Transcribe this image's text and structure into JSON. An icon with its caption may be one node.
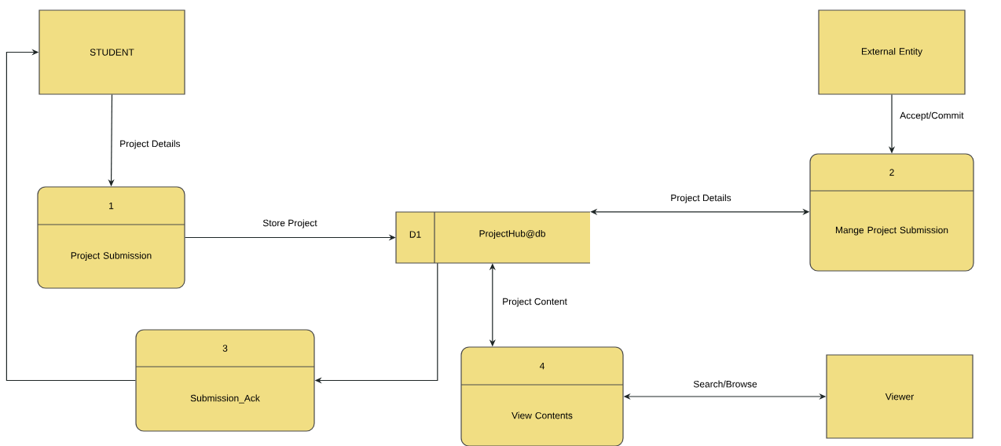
{
  "diagram": {
    "nodes": [
      {
        "text": [
          "STUDENT"
        ]
      },
      {
        "text": [
          "1",
          "Project Submission"
        ]
      },
      {
        "text": [
          "D1",
          "ProjectHub@db"
        ]
      },
      {
        "text": [
          "External Entity"
        ]
      },
      {
        "text": [
          "2",
          "Mange Project Submission"
        ]
      },
      {
        "text": [
          "3",
          "Submission_Ack"
        ]
      },
      {
        "text": [
          "4",
          "View Contents"
        ]
      },
      {
        "text": [
          "Viewer"
        ]
      }
    ],
    "edges": [
      {
        "from": 0,
        "to": 1,
        "arrow": "to",
        "label": "Project Details"
      },
      {
        "from": 1,
        "to": 2,
        "arrow": "to",
        "label": "Store Project"
      },
      {
        "from": 2,
        "to": 4,
        "arrow": "both",
        "label": "Project Details"
      },
      {
        "from": 3,
        "to": 4,
        "arrow": "to",
        "label": "Accept/Commit"
      },
      {
        "from": 2,
        "to": 6,
        "arrow": "both",
        "label": "Project Content"
      },
      {
        "from": 2,
        "to": 5,
        "arrow": "to"
      },
      {
        "from": 5,
        "to": 0,
        "arrow": "to"
      },
      {
        "from": 6,
        "to": 7,
        "arrow": "both",
        "label": "Search/Browse"
      }
    ]
  }
}
